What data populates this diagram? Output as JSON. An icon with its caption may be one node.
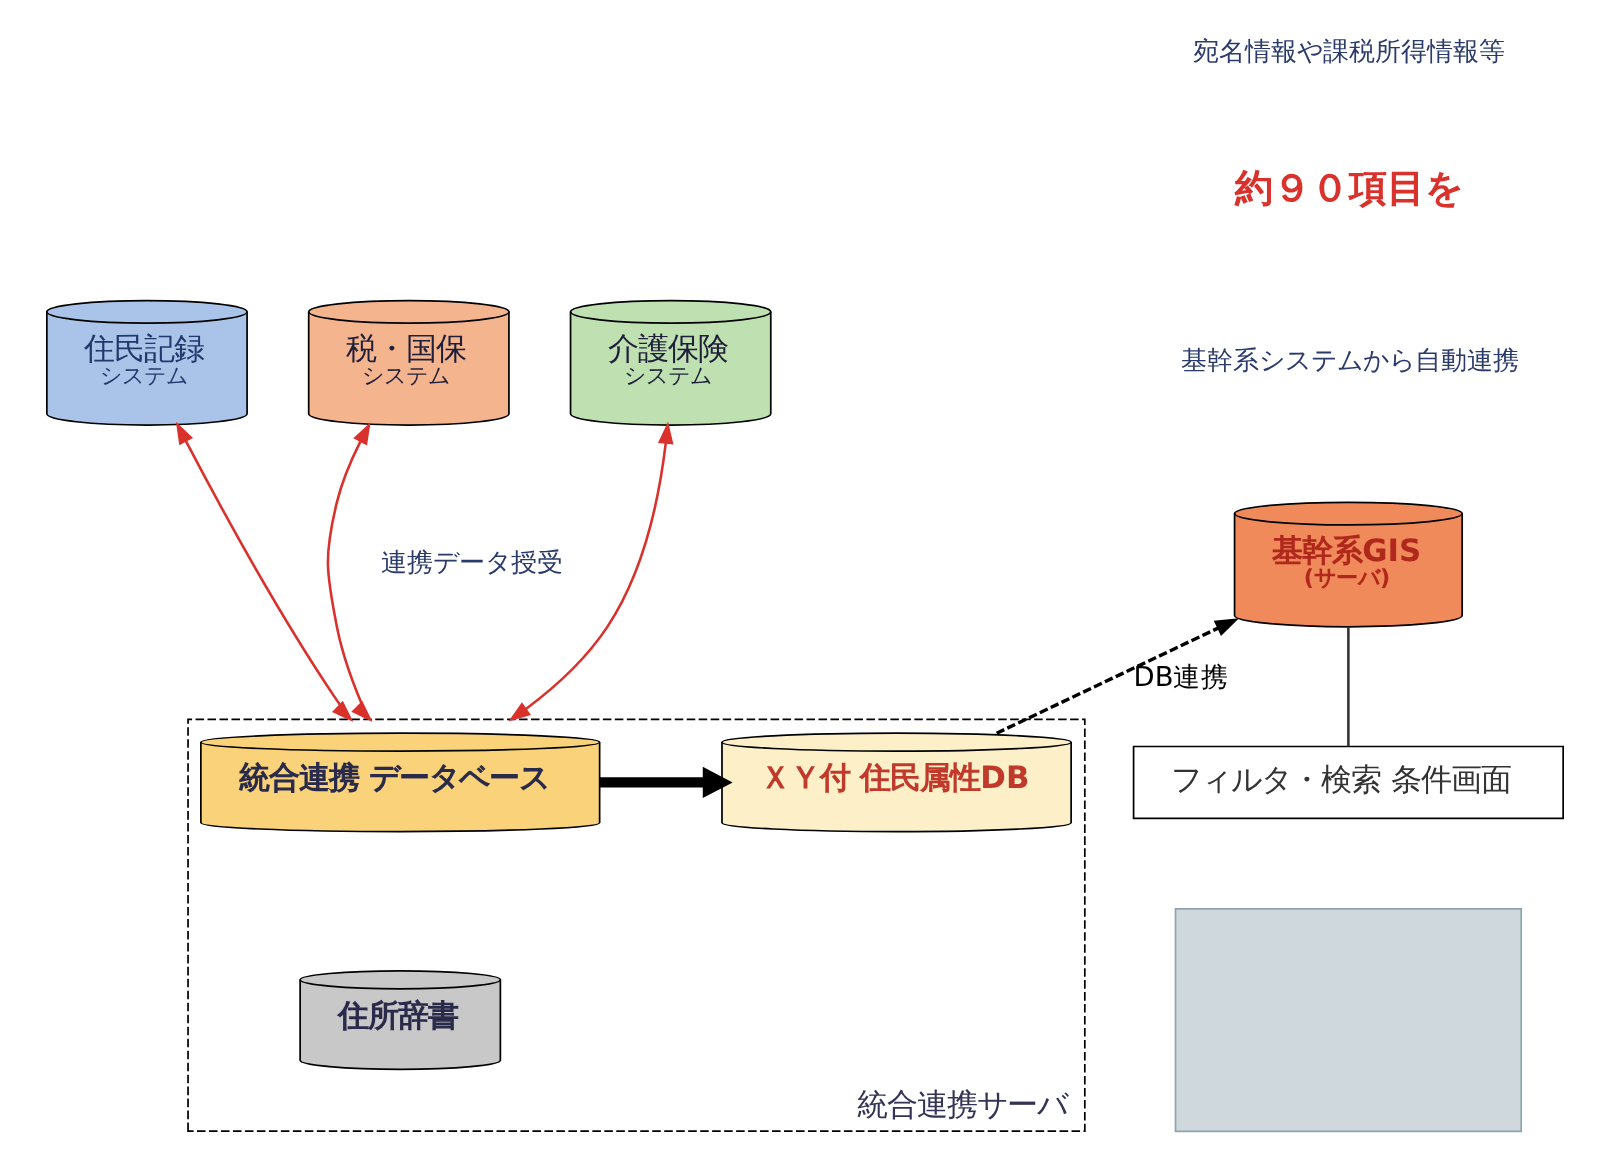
{
  "diagram": {
    "nodes": [
      {
        "text": [
          "住民記録",
          "システム"
        ]
      },
      {
        "text": [
          "税・国保",
          "システム"
        ]
      },
      {
        "text": [
          "介護保険",
          "システム"
        ]
      },
      {
        "text": [
          "統合連携サーバ"
        ]
      },
      {
        "text": [
          "統合連携 データベース"
        ],
        "in": 3
      },
      {
        "text": [
          "住所辞書"
        ],
        "in": 3
      },
      {
        "text": [
          "ＸＹ付 住民属性DB"
        ],
        "in": 3
      },
      {
        "text": [
          "基幹系GIS",
          "(サーバ)"
        ]
      },
      {
        "text": [
          "フィルタ・検索 条件画面"
        ]
      },
      {
        "text": [],
        "shape": "box"
      }
    ],
    "edges": [
      {
        "from": 0,
        "to": 3,
        "arrow": "both",
        "color": "#d9312b"
      },
      {
        "from": 1,
        "to": 3,
        "arrow": "both",
        "color": "#d9312b"
      },
      {
        "from": 2,
        "to": 3,
        "arrow": "both",
        "color": "#d9312b"
      },
      {
        "from": 4,
        "to": 6,
        "arrow": "to",
        "style": "thick",
        "color": "#000000"
      },
      {
        "from": 6,
        "to": 7,
        "arrow": "to",
        "style": "dashed",
        "label": "DB連携",
        "color": "#000000"
      },
      {
        "from": 7,
        "to": 8,
        "arrow": "none",
        "color": "#333333"
      }
    ],
    "labels": [
      "宛名情報や課税所得情報等",
      "約９０項目を",
      "基幹系システムから自動連携",
      "連携データ授受"
    ]
  }
}
